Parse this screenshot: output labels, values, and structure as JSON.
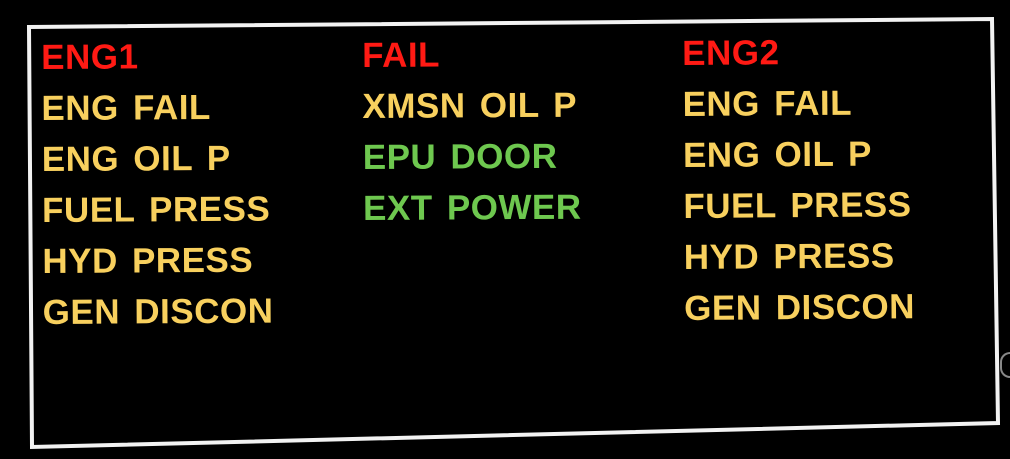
{
  "panel": {
    "colors": {
      "warning": "#ff1a14",
      "caution": "#f8d05e",
      "advisory": "#6ec84f",
      "border": "#f2f2f2",
      "background": "#000000"
    },
    "left": {
      "header": "ENG1",
      "items": [
        "ENG FAIL",
        "ENG OIL P",
        "FUEL PRESS",
        "HYD PRESS",
        "GEN DISCON"
      ]
    },
    "middle": {
      "header": "FAIL",
      "caution_items": [
        "XMSN OIL P"
      ],
      "advisory_items": [
        "EPU DOOR",
        "EXT POWER"
      ]
    },
    "right": {
      "header": "ENG2",
      "items": [
        "ENG FAIL",
        "ENG OIL P",
        "FUEL PRESS",
        "HYD PRESS",
        "GEN DISCON"
      ]
    }
  }
}
